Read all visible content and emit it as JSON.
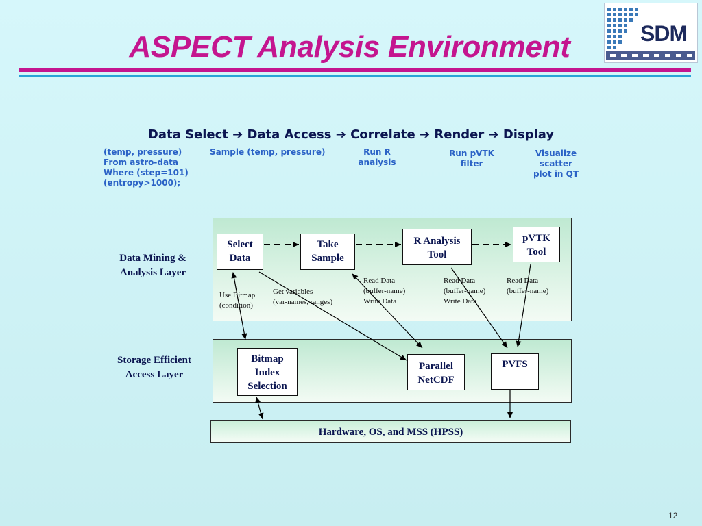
{
  "title": "ASPECT Analysis Environment",
  "logo": {
    "text": "SDM"
  },
  "pipeline": {
    "text": "Data Select ➔ Data Access ➔ Correlate ➔ Render ➔ Display",
    "notes": {
      "select": [
        "(temp, pressure)",
        "From astro-data",
        "Where (step=101)",
        "(entropy>1000);"
      ],
      "access": [
        "Sample (temp, pressure)"
      ],
      "correlate": [
        "Run R",
        "analysis"
      ],
      "render": [
        "Run pVTK",
        "filter"
      ],
      "display": [
        "Visualize",
        "scatter",
        "plot in QT"
      ]
    }
  },
  "layers": {
    "mining": {
      "label": [
        "Data Mining &",
        "Analysis Layer"
      ]
    },
    "storage": {
      "label": [
        "Storage Efficient",
        "Access Layer"
      ]
    },
    "hardware": {
      "label": "Hardware, OS, and MSS (HPSS)"
    }
  },
  "boxes": {
    "select_data": [
      "Select",
      "Data"
    ],
    "take_sample": [
      "Take",
      "Sample"
    ],
    "r_analysis": [
      "R Analysis",
      "Tool"
    ],
    "pvtk": [
      "pVTK",
      "Tool"
    ],
    "bitmap": [
      "Bitmap",
      "Index",
      "Selection"
    ],
    "parallel_netcdf": [
      "Parallel",
      "NetCDF"
    ],
    "pvfs": "PVFS"
  },
  "annotations": {
    "use_bitmap": [
      "Use Bitmap",
      "(condition)"
    ],
    "get_variables": [
      "Get variables",
      "(var-names, ranges)"
    ],
    "read_write_1": [
      "Read Data",
      "(buffer-name)",
      "Write Data"
    ],
    "read_write_2": [
      "Read Data",
      "(buffer-name)",
      "Write Data"
    ],
    "read_only": [
      "Read Data",
      "(buffer-name)"
    ]
  },
  "page_number": "12",
  "colors": {
    "title": "#c4158f",
    "accent_rule": "#29a3d8",
    "step_notes": "#2b62c6",
    "text_dark": "#0b1550"
  }
}
